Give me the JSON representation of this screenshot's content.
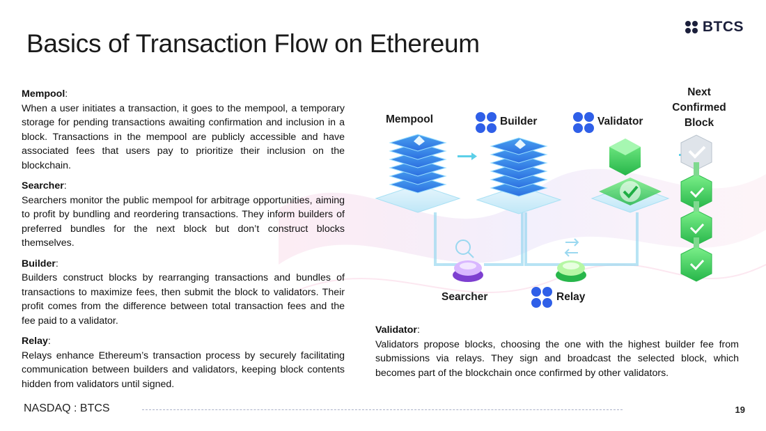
{
  "title": "Basics of Transaction Flow on Ethereum",
  "brand": {
    "name": "BTCS"
  },
  "sections": [
    {
      "heading": "Mempool",
      "body": "When a user initiates a transaction, it goes to the mempool, a temporary storage for pending transactions awaiting confirmation and inclusion in a block. Transactions in the mempool are publicly accessible and have associated fees that users pay to prioritize their inclusion on the blockchain."
    },
    {
      "heading": "Searcher",
      "body": "Searchers monitor the public mempool for arbitrage opportunities, aiming to profit by bundling and reordering transactions. They inform builders of preferred bundles for the next block but don’t construct blocks themselves."
    },
    {
      "heading": "Builder",
      "body": "Builders construct blocks by rearranging transactions and bundles of transactions to maximize fees, then submit the block to validators. Their profit comes from the difference between total transaction fees and the fee paid to a validator."
    },
    {
      "heading": "Relay",
      "body": "Relays enhance Ethereum’s transaction process by securely facilitating communication between builders and validators, keeping block contents hidden from validators until signed."
    }
  ],
  "validator_section": {
    "heading": "Validator",
    "body": "Validators propose blocks, choosing the one with the highest builder fee from submissions via relays. They sign and broadcast the selected block, which becomes part of the blockchain once confirmed by other validators."
  },
  "diagram": {
    "mempool": "Mempool",
    "builder": "Builder",
    "validator": "Validator",
    "next_block": [
      "Next",
      "Confirmed",
      "Block"
    ],
    "searcher": "Searcher",
    "relay": "Relay"
  },
  "footer": {
    "ticker": "NASDAQ : BTCS",
    "page": "19"
  },
  "colors": {
    "accent_blue": "#2f5fe8",
    "green": "#3fcf57",
    "cyan": "#7fd7ef"
  }
}
